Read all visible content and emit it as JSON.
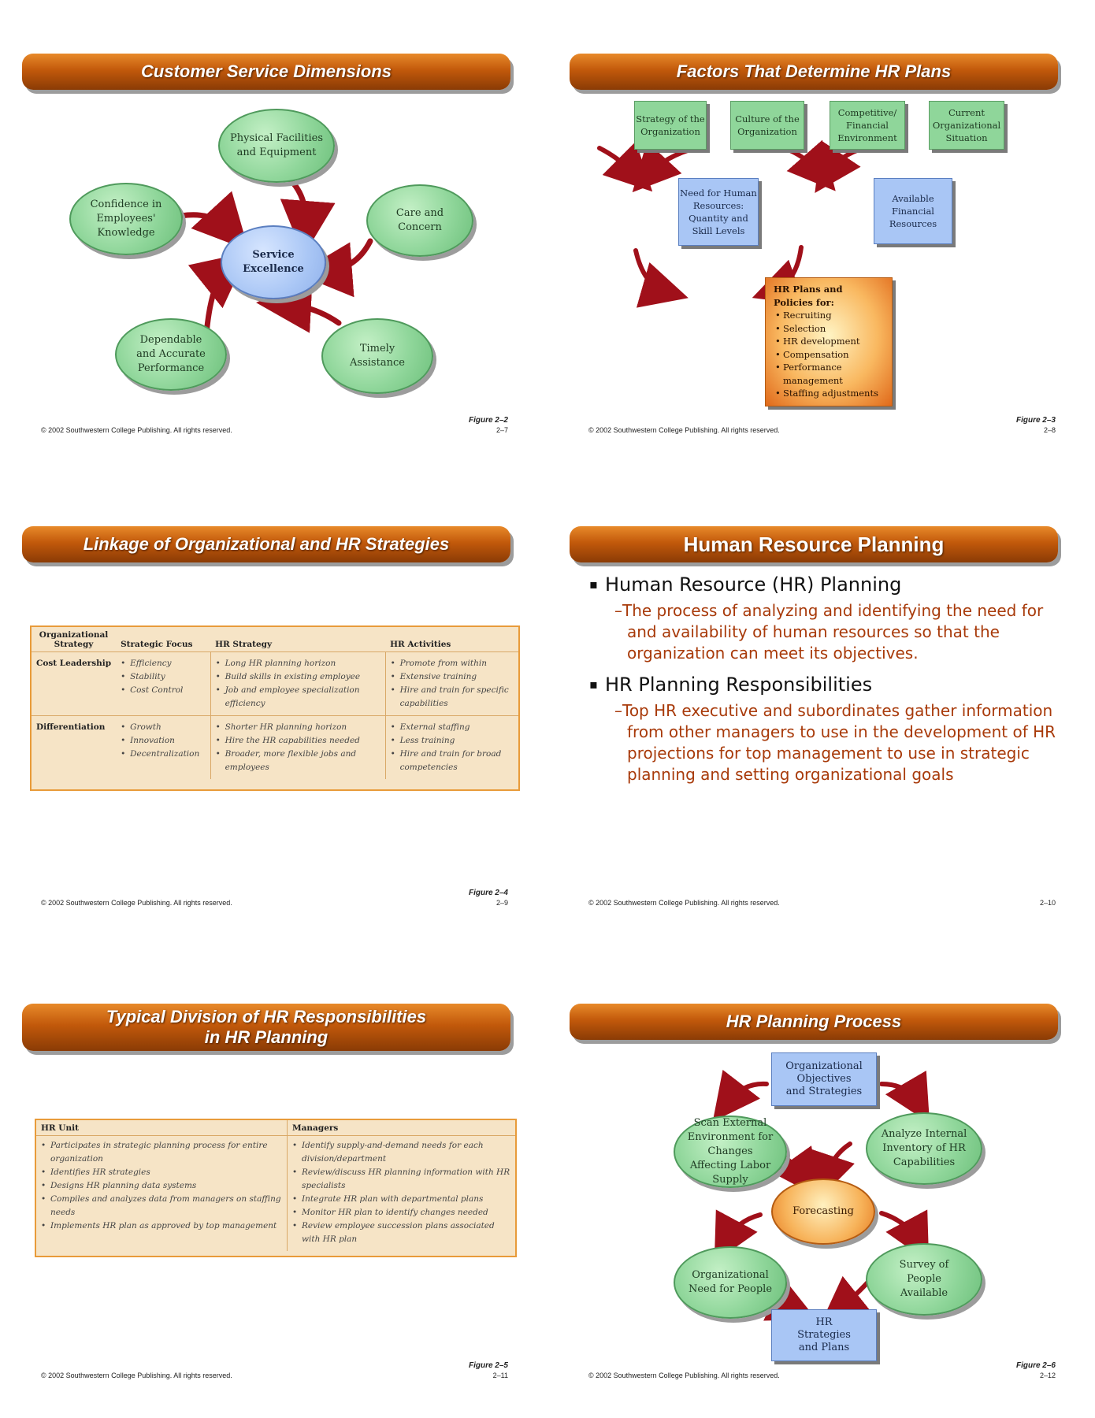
{
  "copyright": "© 2002 Southwestern College Publishing. All rights reserved.",
  "slides": [
    {
      "title": "Customer Service Dimensions",
      "figure": "Figure 2–2",
      "page": "2–7",
      "center": "Service Excellence",
      "dimensions": [
        "Physical Facilities and Equipment",
        "Care and Concern",
        "Timely Assistance",
        "Dependable and Accurate Performance",
        "Confidence in Employees' Knowledge"
      ]
    },
    {
      "title": "Factors That Determine HR Plans",
      "figure": "Figure 2–3",
      "page": "2–8",
      "factors": [
        "Strategy of the Organization",
        "Culture of the Organization",
        "Competitive/ Financial Environment",
        "Current Organizational Situation"
      ],
      "need": "Need for Human Resources: Quantity and Skill Levels",
      "available": "Available Financial Resources",
      "plans_header": "HR Plans and Policies for:",
      "plans_items": [
        "Recruiting",
        "Selection",
        "HR development",
        "Compensation",
        "Performance management",
        "Staffing adjustments"
      ]
    },
    {
      "title": "Linkage of Organizational and HR Strategies",
      "figure": "Figure 2–4",
      "page": "2–9",
      "headers": [
        "Organizational Strategy",
        "Strategic Focus",
        "HR Strategy",
        "HR Activities"
      ],
      "rows": [
        {
          "strategy": "Cost Leadership",
          "focus": [
            "Efficiency",
            "Stability",
            "Cost Control"
          ],
          "hr_strategy": [
            "Long HR planning horizon",
            "Build skills in existing employee",
            "Job and employee specialization efficiency"
          ],
          "activities": [
            "Promote from within",
            "Extensive training",
            "Hire and train for specific capabilities"
          ]
        },
        {
          "strategy": "Differentiation",
          "focus": [
            "Growth",
            "Innovation",
            "Decentralization"
          ],
          "hr_strategy": [
            "Shorter HR planning horizon",
            "Hire the HR capabilities needed",
            "Broader, more flexible jobs and employees"
          ],
          "activities": [
            "External staffing",
            "Less training",
            "Hire and train for broad competencies"
          ]
        }
      ]
    },
    {
      "title": "Human Resource Planning",
      "page": "2–10",
      "bullets": [
        {
          "text": "Human Resource (HR) Planning",
          "sub": "–The process of analyzing and identifying the need for and availability of human resources so that the organization can meet its objectives."
        },
        {
          "text": "HR Planning Responsibilities",
          "sub": "–Top HR executive and subordinates gather information from other managers to use in the development of HR projections for top management to use in strategic planning and setting organizational goals"
        }
      ]
    },
    {
      "title_line1": "Typical Division of HR Responsibilities",
      "title_line2": "in HR Planning",
      "figure": "Figure 2–5",
      "page": "2–11",
      "headers": [
        "HR Unit",
        "Managers"
      ],
      "hr_unit": [
        "Participates in strategic planning process for entire organization",
        "Identifies HR strategies",
        "Designs HR planning data systems",
        "Compiles and analyzes data from managers on staffing needs",
        "Implements HR plan as approved by top management"
      ],
      "managers": [
        "Identify supply-and-demand needs for each division/department",
        "Review/discuss HR planning information with HR specialists",
        "Integrate HR plan with departmental plans",
        "Monitor HR plan to identify changes needed",
        "Review employee succession plans associated with HR plan"
      ]
    },
    {
      "title": "HR Planning Process",
      "figure": "Figure 2–6",
      "page": "2–12",
      "objectives": "Organizational Objectives and Strategies",
      "scan": "Scan External Environment for Changes Affecting Labor Supply",
      "analyze": "Analyze Internal Inventory of HR Capabilities",
      "forecasting": "Forecasting",
      "need": "Organizational Need for People",
      "survey": "Survey of People Available",
      "strategies": "HR Strategies and Plans"
    }
  ]
}
